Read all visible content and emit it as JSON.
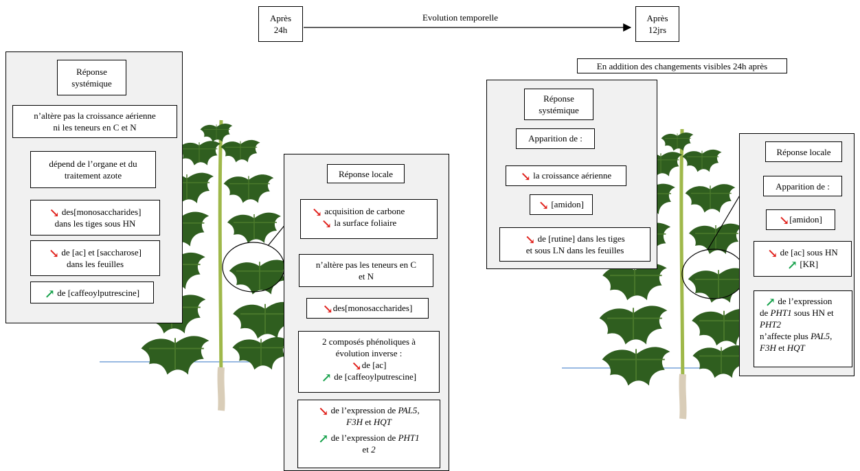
{
  "timeline": {
    "start": [
      "Après",
      "24h"
    ],
    "label": "Evolution temporelle",
    "end": [
      "Après",
      "12jrs"
    ]
  },
  "addition_note": "En addition des changements visibles 24h après",
  "left_systemic": {
    "title": [
      "Réponse",
      "systémique"
    ],
    "items": [
      {
        "arrow": "none",
        "lines": [
          "n’altère pas la croissance aérienne",
          "ni les teneurs en C et N"
        ]
      },
      {
        "arrow": "none",
        "lines": [
          "dépend de l’organe et du",
          "traitement azote"
        ]
      },
      {
        "arrow": "down",
        "lines": [
          "des[monosaccharides]",
          "dans les tiges sous HN"
        ]
      },
      {
        "arrow": "down",
        "lines": [
          "de [ac] et [saccharose]",
          "dans les feuilles"
        ]
      },
      {
        "arrow": "up",
        "lines": [
          "de [caffeoylputrescine]"
        ]
      }
    ]
  },
  "left_local": {
    "title": "Réponse locale",
    "item1": {
      "lines": [
        "acquisition de carbone",
        "la surface foliaire"
      ]
    },
    "item2": {
      "lines": [
        "n’altère pas les teneurs en C",
        "et N"
      ]
    },
    "item3": {
      "line": "des[monosaccharides]"
    },
    "item4": {
      "lines": [
        "2 composés phénoliques à",
        "évolution inverse :",
        "de [ac]",
        "de [caffeoylputrescine]"
      ]
    },
    "item5": {
      "l1a": "de l’expression de ",
      "l1b": "PAL5",
      "l1c": ",",
      "l2a": "F3H",
      "l2b": " et ",
      "l2c": "HQT",
      "l3a": "de l’expression de ",
      "l3b": "PHT1",
      "l4a": "et ",
      "l4b": "2"
    }
  },
  "right_systemic": {
    "title": [
      "Réponse",
      "systémique"
    ],
    "appear": "Apparition de :",
    "items": [
      {
        "arrow": "down",
        "lines": [
          "la croissance aérienne"
        ]
      },
      {
        "arrow": "down",
        "lines": [
          "[amidon]"
        ]
      },
      {
        "arrow": "down",
        "lines": [
          "de [rutine] dans les tiges",
          "et sous LN dans les feuilles"
        ]
      }
    ]
  },
  "right_local": {
    "title": "Réponse locale",
    "appear": "Apparition de :",
    "item1": "[amidon]",
    "item2": {
      "lines": [
        "de [ac] sous HN",
        "[KR]"
      ]
    },
    "item3": {
      "l1": "de l’expression",
      "l2a": "de ",
      "l2b": "PHT1",
      "l2c": " sous HN et",
      "l3": "PHT2",
      "l4a": "n’affecte plus ",
      "l4b": "PAL5",
      "l5a": "F3H",
      "l5b": " et ",
      "l5c": "HQT"
    }
  },
  "colors": {
    "down": "#e0201b",
    "up": "#12a048",
    "panel": "#f1f1f1",
    "leaf": "#2f5e1f",
    "stem": "#9fb84a"
  }
}
